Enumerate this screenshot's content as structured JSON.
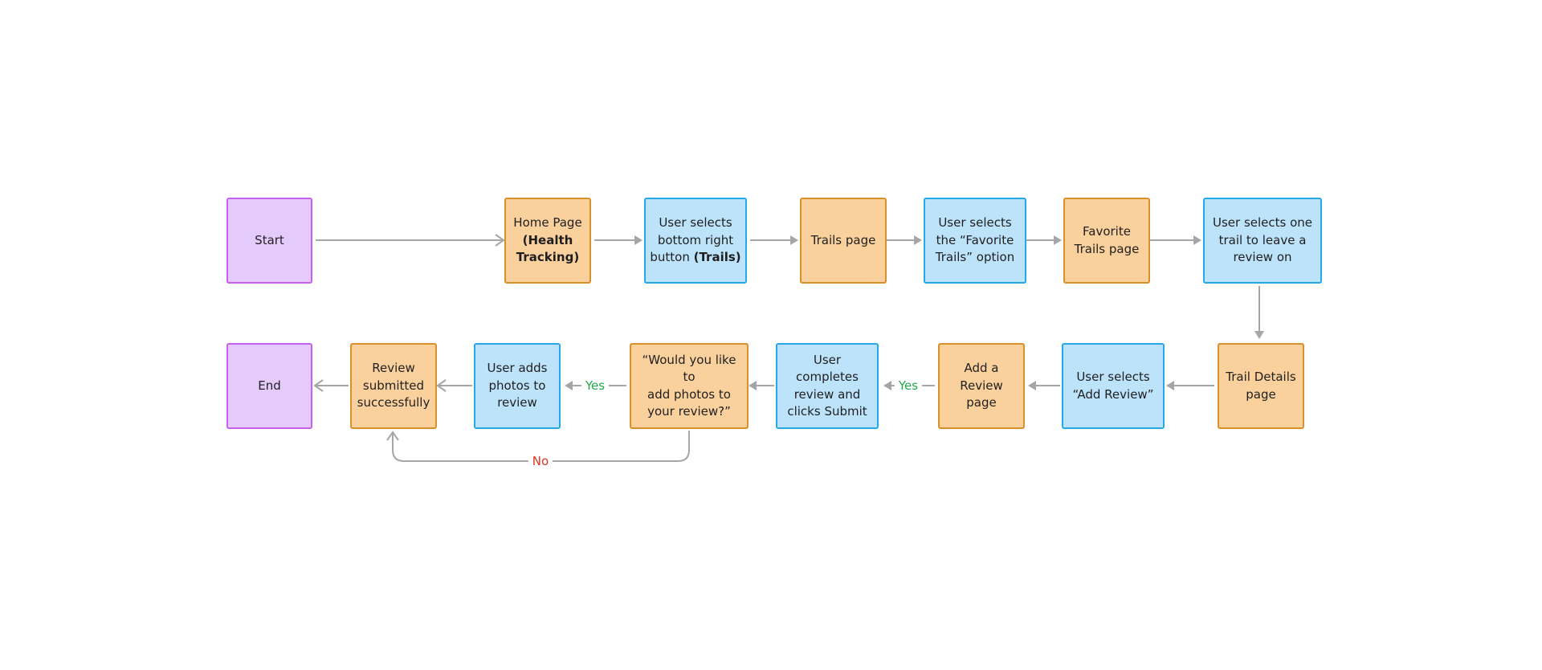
{
  "legend_colors": {
    "terminal_fill": "#e5cbfb",
    "terminal_border": "#c760ec",
    "page_fill": "#fad19d",
    "page_border": "#d8912a",
    "action_fill": "#bde3fb",
    "action_border": "#27a7e4",
    "connector": "#a6a6a6",
    "yes_label": "#1eaa4b",
    "no_label": "#e0331e"
  },
  "nodes": {
    "start": {
      "kind": "terminal",
      "text": "Start"
    },
    "home": {
      "kind": "page",
      "line1": "Home Page",
      "line2": "(Health",
      "line3": "Tracking)"
    },
    "select_trails": {
      "kind": "action",
      "line1": "User selects",
      "line2": "bottom right",
      "line3": "button ",
      "line3_bold": "(Trails)"
    },
    "trails_page": {
      "kind": "page",
      "text": "Trails page"
    },
    "select_favorite": {
      "kind": "action",
      "line1": "User selects",
      "line2": "the “Favorite",
      "line3": "Trails” option"
    },
    "favorite_page": {
      "kind": "page",
      "line1": "Favorite",
      "line2": "Trails page"
    },
    "select_one_trail": {
      "kind": "action",
      "line1": "User selects one",
      "line2": "trail to leave a",
      "line3": "review on"
    },
    "trail_details": {
      "kind": "page",
      "line1": "Trail Details",
      "line2": "page"
    },
    "select_add_review": {
      "kind": "action",
      "line1": "User selects",
      "line2": "“Add Review”"
    },
    "add_review_page": {
      "kind": "page",
      "line1": "Add a",
      "line2": "Review page"
    },
    "complete_review": {
      "kind": "action",
      "line1": "User completes",
      "line2": "review and",
      "line3": "clicks Submit"
    },
    "photos_question": {
      "kind": "page",
      "line1": "“Would you like to",
      "line2": "add photos to",
      "line3": "your review?”"
    },
    "add_photos": {
      "kind": "action",
      "line1": "User adds",
      "line2": "photos to",
      "line3": "review"
    },
    "submitted": {
      "kind": "page",
      "line1": "Review",
      "line2": "submitted",
      "line3": "successfully"
    },
    "end": {
      "kind": "terminal",
      "text": "End"
    }
  },
  "edge_labels": {
    "yes_1": "Yes",
    "yes_2": "Yes",
    "no": "No"
  }
}
